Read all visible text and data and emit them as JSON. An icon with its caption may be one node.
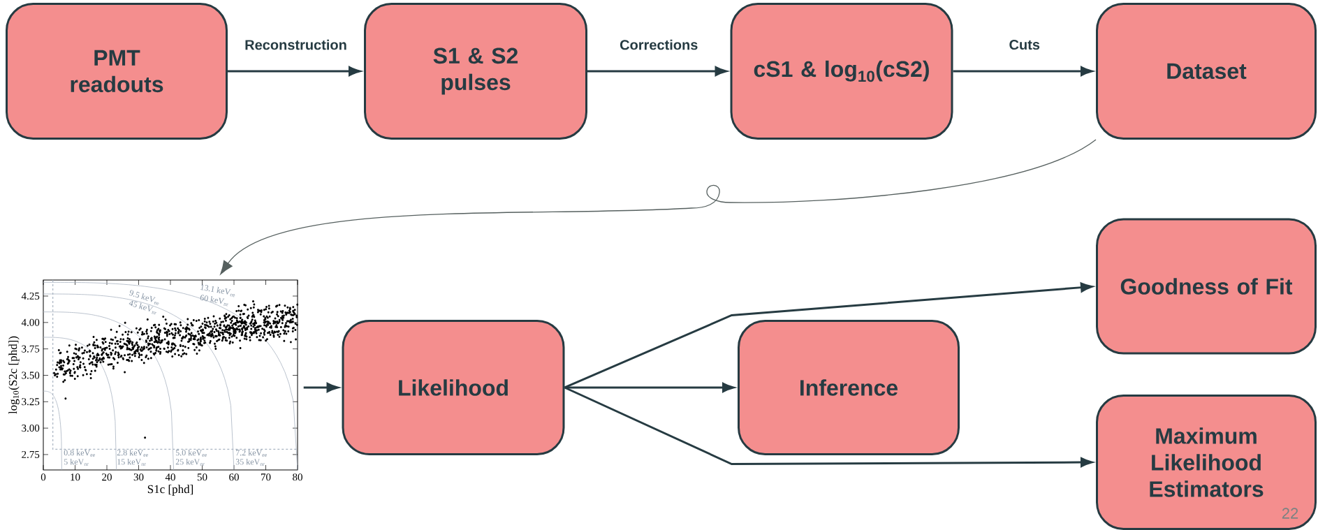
{
  "diagram": {
    "nodes": [
      {
        "text": [
          "PMT readouts"
        ]
      },
      {
        "text": [
          "S1 & S2 pulses"
        ]
      },
      {
        "text": [
          "cS1 & log$_{10}$(cS2)"
        ]
      },
      {
        "text": [
          "Dataset"
        ]
      },
      {
        "text": [],
        "shape": "picture"
      },
      {
        "text": [
          "Likelihood"
        ]
      },
      {
        "text": [
          "Inference"
        ]
      },
      {
        "text": [
          "Goodness of Fit"
        ]
      },
      {
        "text": [
          "Maximum Likelihood Estimators"
        ]
      }
    ],
    "edges": [
      {
        "from": 0,
        "to": 1,
        "arrow": "to",
        "label": "Reconstruction"
      },
      {
        "from": 1,
        "to": 2,
        "arrow": "to",
        "label": "Corrections"
      },
      {
        "from": 2,
        "to": 3,
        "arrow": "to",
        "label": "Cuts"
      },
      {
        "from": 3,
        "to": 4,
        "arrow": "to",
        "color": "#56605f"
      },
      {
        "from": 4,
        "to": 5,
        "arrow": "to"
      },
      {
        "from": 5,
        "to": 6,
        "arrow": "to"
      },
      {
        "from": 5,
        "to": 7,
        "arrow": "to"
      },
      {
        "from": 5,
        "to": 8,
        "arrow": "to"
      }
    ],
    "labels": [
      "9.5 keV$_{ee}$",
      "45 keV$_{nr}$",
      "13.1 keV$_{ee}$",
      "60 keV$_{nr}$",
      "0.8 keV$_{ee}$",
      "5 keV$_{nr}$",
      "2.8 keV$_{ee}$",
      "15 keV$_{nr}$",
      "5.0 keV$_{ee}$",
      "25 keV$_{nr}$",
      "7.2 keV$_{ee}$",
      "35 keV$_{nr}$",
      "log$_{10}$(S2c [phd])",
      "S1c [phd]",
      "22",
      "4.25",
      "4.00",
      "3.75",
      "3.50",
      "3.25",
      "3.00",
      "2.75",
      "0",
      "10",
      "20",
      "30",
      "40",
      "50",
      "60",
      "70",
      "80"
    ]
  }
}
